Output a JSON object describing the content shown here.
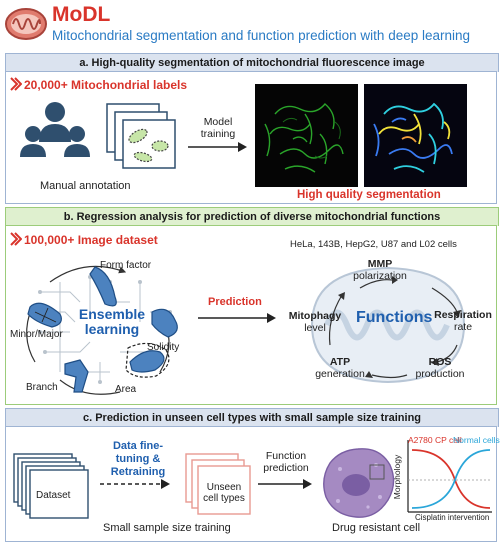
{
  "header": {
    "title": "MoDL",
    "subtitle": "Mitochondrial segmentation and function prediction with deep learning"
  },
  "section_a": {
    "bar": "a. High-quality segmentation of mitochondrial fluorescence image",
    "tag": "20,000+ Mitochondrial labels",
    "model_training": "Model training",
    "manual": "Manual annotation",
    "hq": "High quality segmentation"
  },
  "section_b": {
    "bar": "b. Regression analysis for prediction of diverse mitochondrial functions",
    "tag": "100,000+ Image dataset",
    "cells": "HeLa, 143B, HepG2, U87 and L02 cells",
    "form_factor": "Form factor",
    "ensemble": "Ensemble learning",
    "minor_major": "Minor/Major",
    "solidity": "Solidity",
    "branch": "Branch",
    "area": "Area",
    "prediction": "Prediction",
    "functions": "Functions",
    "mmp_bold": "MMP",
    "mmp_sub": "polarization",
    "resp_bold": "Respiration",
    "resp_sub": "rate",
    "ros_bold": "ROS",
    "ros_sub": "production",
    "atp_bold": "ATP",
    "atp_sub": "generation",
    "mito_bold": "Mitophagy",
    "mito_sub": "level"
  },
  "section_c": {
    "bar": "c. Prediction in unseen cell types with small sample size training",
    "fine_tuning": "Data fine-tuning & Retraining",
    "dataset": "Dataset",
    "unseen": "Unseen cell types",
    "small_sample": "Small sample size training",
    "function_prediction": "Function prediction",
    "drug_resistant": "Drug resistant cell",
    "a2780": "A2780 CP cell",
    "normal": "Normal cells",
    "morphology": "Morphology",
    "cisplatin": "Cisplatin intervention"
  },
  "colors": {
    "red": "#d9342b",
    "blue": "#2a7bc4",
    "navy": "#2f4f6e"
  }
}
